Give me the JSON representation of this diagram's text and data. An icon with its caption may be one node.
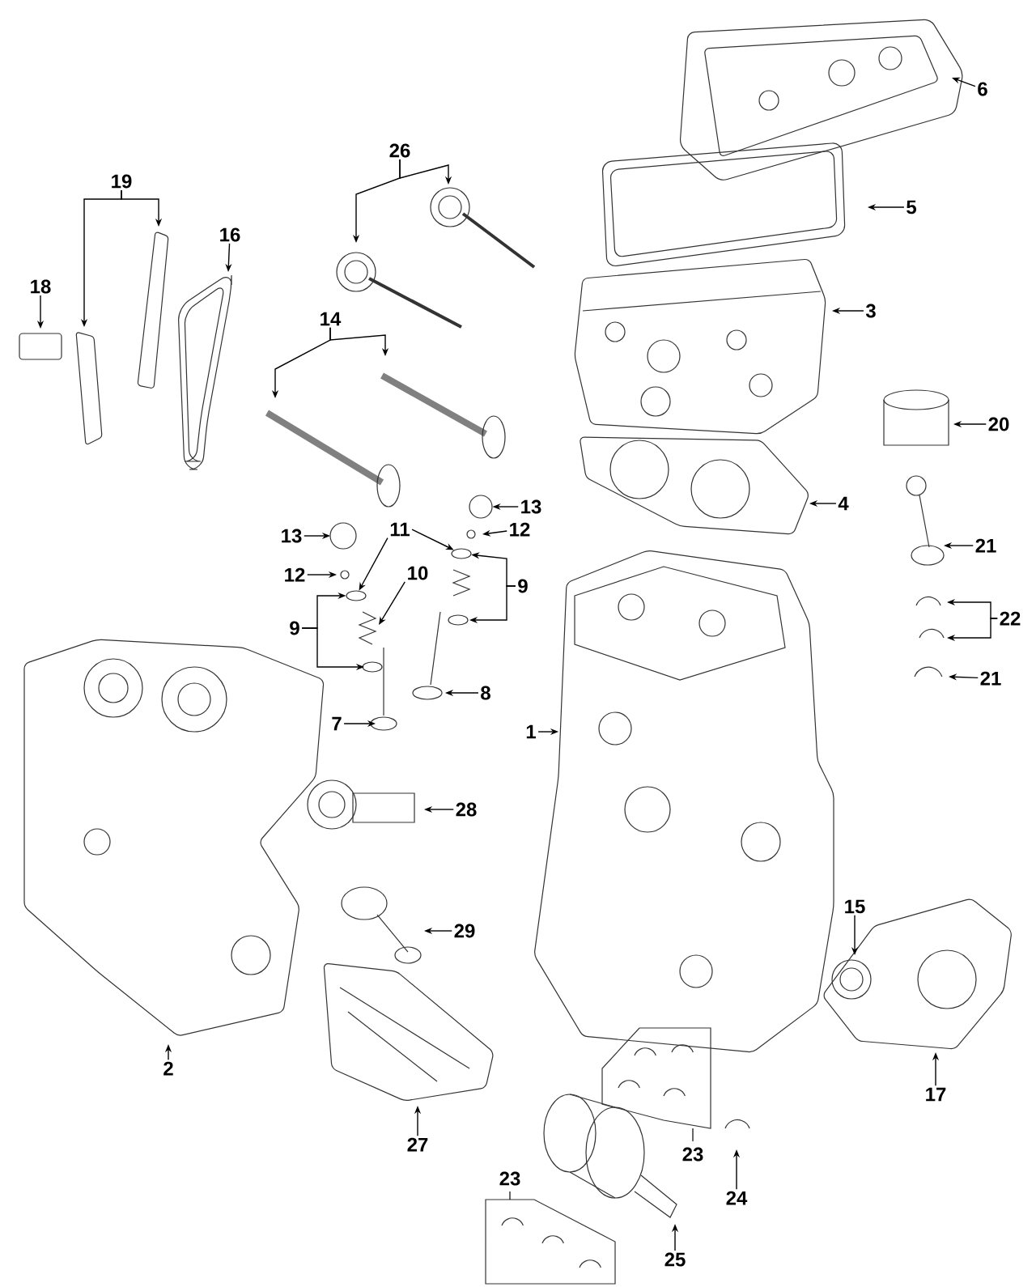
{
  "diagram": {
    "nodes": [
      {
        "text": [
          "6"
        ]
      },
      {
        "text": [
          "26"
        ]
      },
      {
        "text": [
          "19"
        ]
      },
      {
        "text": [
          "5"
        ]
      },
      {
        "text": [
          "16"
        ]
      },
      {
        "text": [
          "18"
        ]
      },
      {
        "text": [
          "3"
        ]
      },
      {
        "text": [
          "14"
        ]
      },
      {
        "text": [
          "20"
        ]
      },
      {
        "text": [
          "4"
        ]
      },
      {
        "text": [
          "13"
        ]
      },
      {
        "text": [
          "11"
        ]
      },
      {
        "text": [
          "12"
        ]
      },
      {
        "text": [
          "13"
        ]
      },
      {
        "text": [
          "21"
        ]
      },
      {
        "text": [
          "10"
        ]
      },
      {
        "text": [
          "12"
        ]
      },
      {
        "text": [
          "9"
        ]
      },
      {
        "text": [
          "22"
        ]
      },
      {
        "text": [
          "9"
        ]
      },
      {
        "text": [
          "21"
        ]
      },
      {
        "text": [
          "8"
        ]
      },
      {
        "text": [
          "7"
        ]
      },
      {
        "text": [
          "1"
        ]
      },
      {
        "text": [
          "28"
        ]
      },
      {
        "text": [
          "15"
        ]
      },
      {
        "text": [
          "29"
        ]
      },
      {
        "text": [
          "2"
        ]
      },
      {
        "text": [
          "17"
        ]
      },
      {
        "text": [
          "27"
        ]
      },
      {
        "text": [
          "24"
        ]
      },
      {
        "text": [
          "25"
        ]
      },
      {
        "text": [],
        "shape": "circle"
      },
      {
        "text": [],
        "shape": "circle"
      },
      {
        "text": [],
        "shape": "circle"
      }
    ],
    "edges": [
      {
        "from": 0,
        "to": null,
        "arrow": "to"
      },
      {
        "from": 1,
        "to": null,
        "arrow": "to"
      },
      {
        "from": 1,
        "to": null,
        "arrow": "to"
      },
      {
        "from": 2,
        "to": null,
        "arrow": "to"
      },
      {
        "from": 2,
        "to": null,
        "arrow": "to"
      },
      {
        "from": 3,
        "to": null,
        "arrow": "to"
      },
      {
        "from": 4,
        "to": null,
        "arrow": "to"
      },
      {
        "from": 5,
        "to": null,
        "arrow": "to"
      },
      {
        "from": 6,
        "to": null,
        "arrow": "to"
      },
      {
        "from": 7,
        "to": null,
        "arrow": "to"
      },
      {
        "from": 7,
        "to": null,
        "arrow": "to"
      },
      {
        "from": 8,
        "to": null,
        "arrow": "to"
      },
      {
        "from": 9,
        "to": null,
        "arrow": "to"
      },
      {
        "from": 10,
        "to": 32,
        "arrow": "to"
      },
      {
        "from": 11,
        "to": 34,
        "arrow": "to"
      },
      {
        "from": 11,
        "to": 33,
        "arrow": "to"
      },
      {
        "from": 12,
        "to": null,
        "arrow": "to"
      },
      {
        "from": 13,
        "to": null,
        "arrow": "to"
      },
      {
        "from": 14,
        "to": null,
        "arrow": "to"
      },
      {
        "from": 15,
        "to": null,
        "arrow": "to"
      },
      {
        "from": 16,
        "to": null,
        "arrow": "to"
      },
      {
        "from": 17,
        "to": 33,
        "arrow": "to"
      },
      {
        "from": 17,
        "to": null,
        "arrow": "to"
      },
      {
        "from": 18,
        "to": null,
        "arrow": "to"
      },
      {
        "from": 18,
        "to": null,
        "arrow": "to"
      },
      {
        "from": 19,
        "to": 34,
        "arrow": "to"
      },
      {
        "from": 19,
        "to": null,
        "arrow": "to"
      },
      {
        "from": 20,
        "to": null,
        "arrow": "to"
      },
      {
        "from": 21,
        "to": null,
        "arrow": "to"
      },
      {
        "from": 22,
        "to": null,
        "arrow": "to"
      },
      {
        "from": 23,
        "to": null,
        "arrow": "to"
      },
      {
        "from": 24,
        "to": null,
        "arrow": "to"
      },
      {
        "from": 25,
        "to": null,
        "arrow": "to"
      },
      {
        "from": 26,
        "to": null,
        "arrow": "to"
      },
      {
        "from": 27,
        "to": null,
        "arrow": "to"
      },
      {
        "from": 28,
        "to": null,
        "arrow": "to"
      },
      {
        "from": 29,
        "to": null,
        "arrow": "to"
      },
      {
        "from": 30,
        "to": null,
        "arrow": "to"
      },
      {
        "from": 31,
        "to": null,
        "arrow": "to"
      }
    ],
    "labels": [
      "23",
      "23"
    ]
  }
}
